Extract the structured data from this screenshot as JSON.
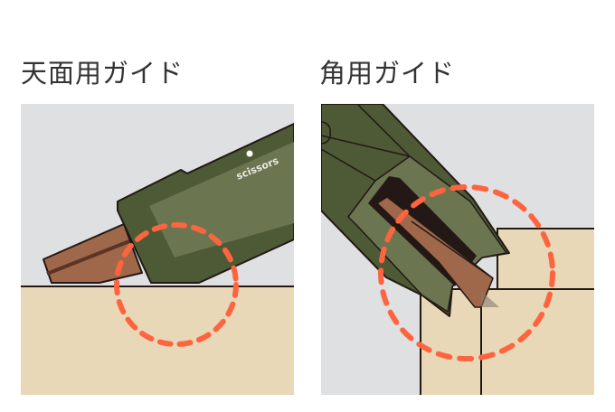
{
  "panels": [
    {
      "title": "天面用ガイド",
      "product_label": "scissors"
    },
    {
      "title": "角用ガイド"
    }
  ],
  "colors": {
    "background": "#dfe0e2",
    "wood": "#e8d8b7",
    "body_dark": "#4d5a35",
    "body_light": "#6b7550",
    "blade": "#a0684a",
    "highlight_circle": "#ff6440",
    "outline": "#231815"
  }
}
